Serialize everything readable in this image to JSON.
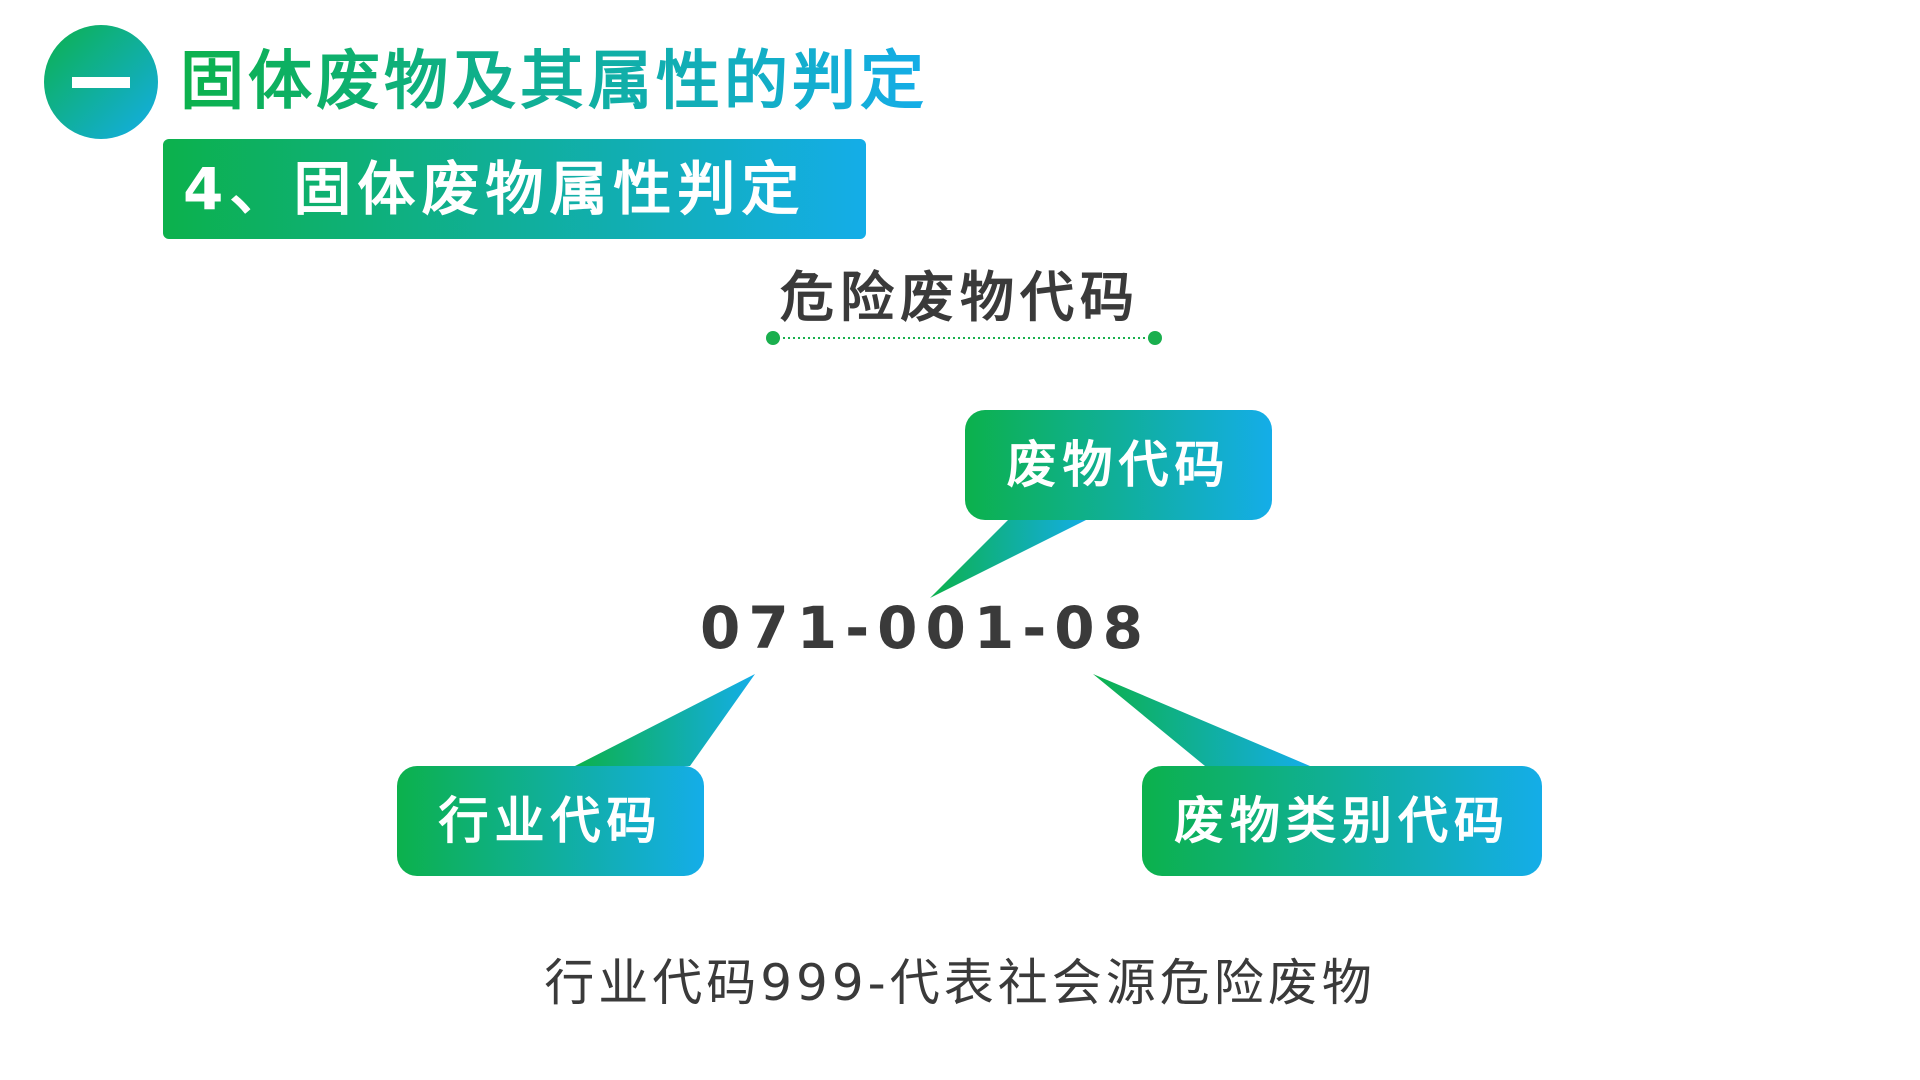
{
  "section": {
    "badge_icon": "dash-icon",
    "title": "固体废物及其属性的判定"
  },
  "subsection": {
    "title": "4、固体废物属性判定"
  },
  "diagram": {
    "heading": "危险废物代码",
    "code": "071-001-08",
    "callouts": {
      "waste_code": "废物代码",
      "industry_code": "行业代码",
      "category_code": "废物类别代码"
    }
  },
  "footnote": "行业代码999-代表社会源危险废物",
  "colors": {
    "gradient_start": "#0cb14c",
    "gradient_end": "#14ade8",
    "text_dark": "#3a3a3a",
    "underline_green": "#1aaf4e"
  }
}
